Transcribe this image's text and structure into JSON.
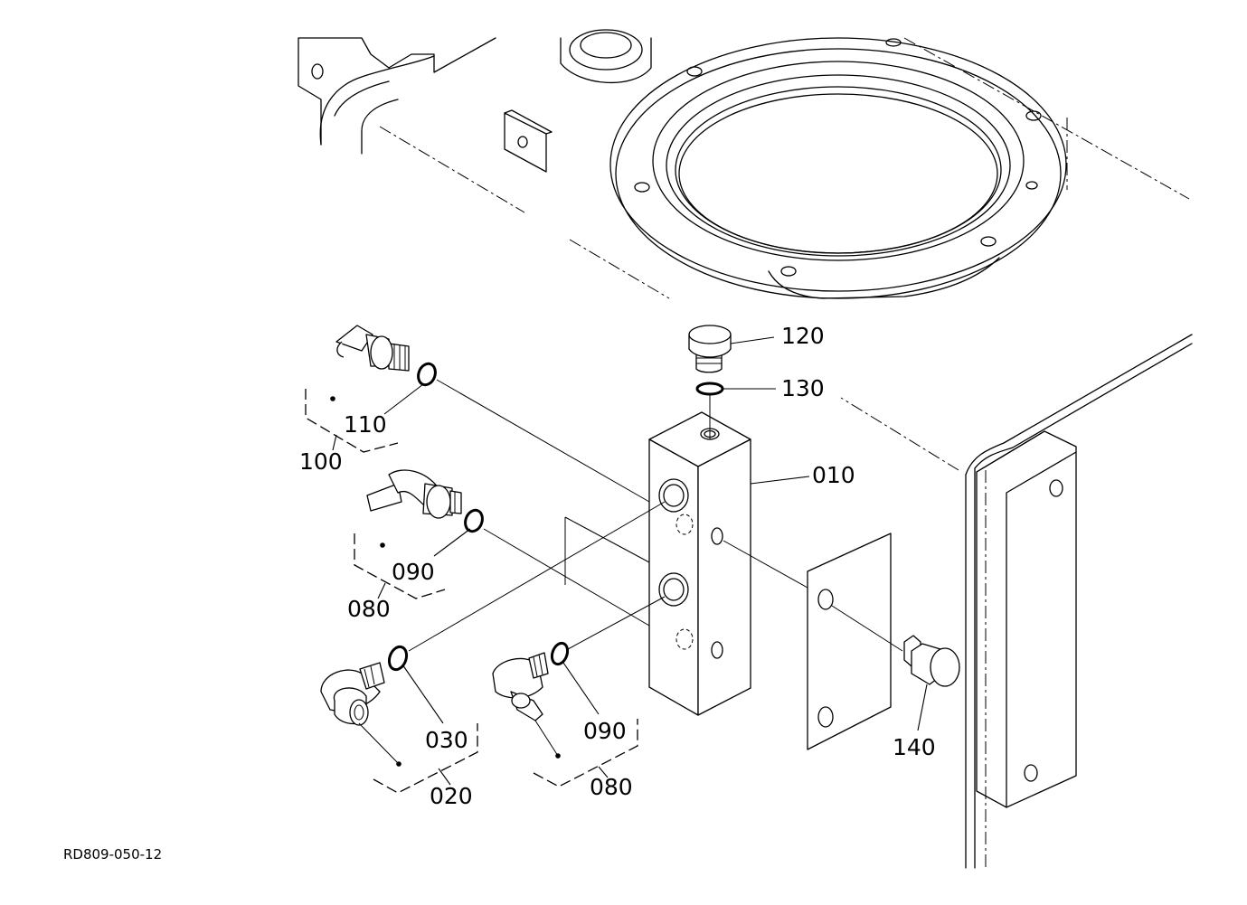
{
  "diagram": {
    "drawing_code": "RD809-050-12",
    "part_labels": {
      "p010": "010",
      "p020": "020",
      "p030": "030",
      "p080a": "080",
      "p080b": "080",
      "p090a": "090",
      "p090b": "090",
      "p100": "100",
      "p110": "110",
      "p120": "120",
      "p130": "130",
      "p140": "140"
    }
  }
}
